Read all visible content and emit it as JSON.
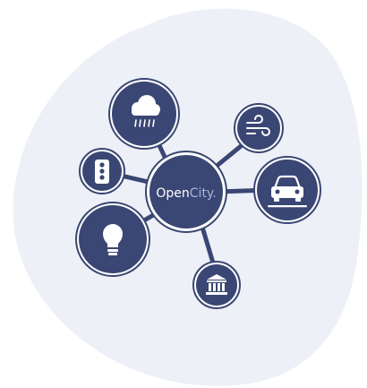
{
  "colors": {
    "background": "#ffffff",
    "blob": "#eef0f7",
    "node_fill": "#3a4673",
    "node_ring": "#ffffff",
    "icon": "#ffffff",
    "logo_open": "#ffffff",
    "logo_city": "#a9b4d8",
    "logo_dot": "#a9b4d8"
  },
  "hub": {
    "logo_part1": "Open",
    "logo_part2": "City",
    "logo_dot": "."
  },
  "nodes": [
    {
      "name": "rain-cloud",
      "icon": "rain-cloud-icon"
    },
    {
      "name": "wind",
      "icon": "wind-icon"
    },
    {
      "name": "car",
      "icon": "car-icon"
    },
    {
      "name": "government-building",
      "icon": "government-building-icon"
    },
    {
      "name": "light-bulb",
      "icon": "light-bulb-icon"
    },
    {
      "name": "traffic-light",
      "icon": "traffic-light-icon"
    }
  ]
}
